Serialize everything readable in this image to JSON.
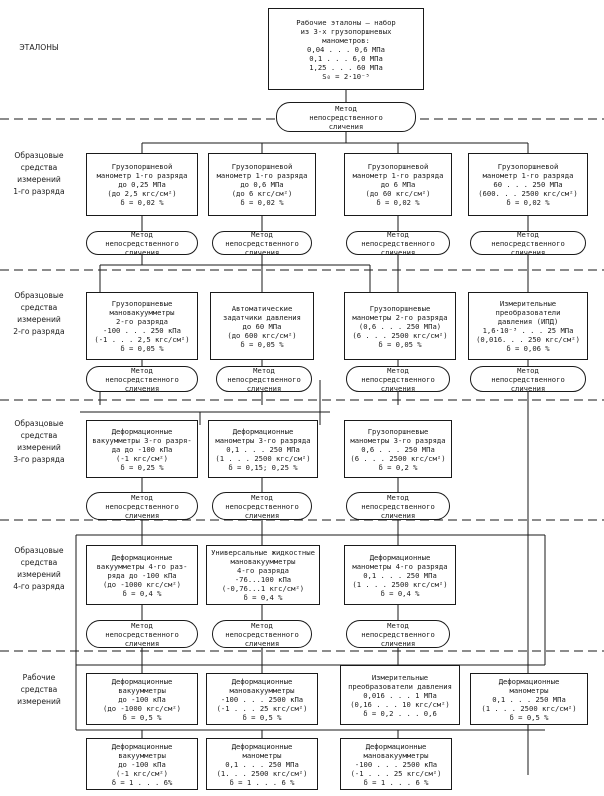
{
  "levels": [
    {
      "id": "etalony",
      "lines": [
        "ЭТАЛОНЫ"
      ]
    },
    {
      "id": "l1",
      "lines": [
        "Образцовые",
        "средства",
        "измерений",
        "1-го разряда"
      ]
    },
    {
      "id": "l2",
      "lines": [
        "Образцовые",
        "средства",
        "измерений",
        "2-го разряда"
      ]
    },
    {
      "id": "l3",
      "lines": [
        "Образцовые",
        "средства",
        "измерений",
        "3-го разряда"
      ]
    },
    {
      "id": "l4",
      "lines": [
        "Образцовые",
        "средства",
        "измерений",
        "4-го разряда"
      ]
    },
    {
      "id": "work",
      "lines": [
        "Рабочие",
        "средства",
        "измерений"
      ]
    }
  ],
  "method": [
    "Метод",
    "непосредственного",
    "сличения"
  ],
  "etalon_box": [
    "Рабочие эталоны – набор",
    "из 3-х грузопоршневых",
    "манометров:",
    "0,04 . . . 0,6 МПа",
    "0,1 . . . 6,0 МПа",
    "1,25 . . . 60 МПа",
    "S₀ = 2·10⁻⁵"
  ],
  "boxes": {
    "r1a": [
      "Грузопоршневой",
      "манометр 1-го разряда",
      "до 0,25 МПа",
      "(до 2,5 кгс/см²)",
      "δ = 0,02 %"
    ],
    "r1b": [
      "Грузопоршневой",
      "манометр 1-го разряда",
      "до 0,6 МПа",
      "(до 6 кгс/см²)",
      "δ = 0,02 %"
    ],
    "r1c": [
      "Грузопоршневой",
      "манометр 1-го разряда",
      "до 6 МПа",
      "(до 60 кгс/см²)",
      "δ = 0,02 %"
    ],
    "r1d": [
      "Грузопоршневой",
      "манометр 1-го разряда",
      "60 . . . 250 МПа",
      "(600. . . 2500 кгс/см²)",
      "δ = 0,02 %"
    ],
    "r2a": [
      "Грузопоршневые",
      "мановакуумметры",
      "2-го разряда",
      "-100 . . . 250 кПа",
      "(-1 . . . 2,5 кгс/см²)",
      "δ = 0,05 %"
    ],
    "r2b": [
      "Автоматические",
      "задатчики давления",
      "до 60 МПа",
      "(до 600 кгс/см²)",
      "δ = 0,05 %"
    ],
    "r2c": [
      "Грузопоршневые",
      "манометры 2-го разряда",
      "(0,6 . . . 250 МПа)",
      "(6 . . . 2500 кгс/см²)",
      "δ = 0,05 %"
    ],
    "r2d": [
      "Измерительные",
      "преобразователи",
      "давления (ИПД)",
      "1,6·10⁻³ . . . 25 МПа",
      "(0,016. . . 250 кгс/см²)",
      "δ = 0,06 %"
    ],
    "r3a": [
      "Деформационные",
      "вакуумметры 3-го разря-",
      "да до -100 кПа",
      "(-1 кгс/см²)",
      "δ = 0,25 %"
    ],
    "r3b": [
      "Деформационные",
      "манометры 3-го разряда",
      "0,1 . . . 250 МПа",
      "(1 . . . 2500 кгс/см²)",
      "δ = 0,15; 0,25 %"
    ],
    "r3c": [
      "Грузопоршневые",
      "манометры 3-го разряда",
      "0,6 . . . 250 МПа",
      "(6 . . . 2500 кгс/см²)",
      "δ = 0,2 %"
    ],
    "r4a": [
      "Деформационные",
      "вакуумметры 4-го раз-",
      "ряда до -100 кПа",
      "(до -1000 кгс/см²)",
      "δ = 0,4 %"
    ],
    "r4b": [
      "Универсальные жидкостные",
      "мановакуумметры",
      "4-го разряда",
      "-76...100 кПа",
      "(-0,76...1 кгс/см²)",
      "δ = 0,4 %"
    ],
    "r4c": [
      "Деформационные",
      "манометры 4-го разряда",
      "0,1 . . . 250 МПа",
      "(1 . . . 2500 кгс/см²)",
      "δ = 0,4 %"
    ],
    "w1a": [
      "Деформационные",
      "вакуумметры",
      "до -100 кПа",
      "(до -1000 кгс/см²)",
      "δ = 0,5 %"
    ],
    "w1b": [
      "Деформационные",
      "мановакуумметры",
      "-100 . . . 2500 кПа",
      "(-1 . . . 25 кгс/см²)",
      "δ = 0,5 %"
    ],
    "w1c": [
      "Измерительные",
      "преобразователи давления",
      "0,016 . . . 1 МПа",
      "(0,16 . . . 10 кгс/см²)",
      "δ = 0,2 . . . 0,6"
    ],
    "w1d": [
      "Деформационные",
      "манометры",
      "0,1 . . . 250 МПа",
      "(1 . . . 2500 кгс/см²)",
      "δ = 0,5 %"
    ],
    "w2a": [
      "Деформационные",
      "вакуумметры",
      "до -100 кПа",
      "(-1 кгс/см²)",
      "δ = 1 . . . 6%"
    ],
    "w2b": [
      "Деформационные",
      "манометры",
      "0,1 . . . 250 МПа",
      "(1. . . 2500 кгс/см²)",
      "δ = 1 . . . 6 %"
    ],
    "w2c": [
      "Деформационные",
      "мановакуумметры",
      "-100 . . . 2500 кПа",
      "(-1 . . . 25 кгс/см²)",
      "δ = 1 . . . 6 %"
    ]
  }
}
